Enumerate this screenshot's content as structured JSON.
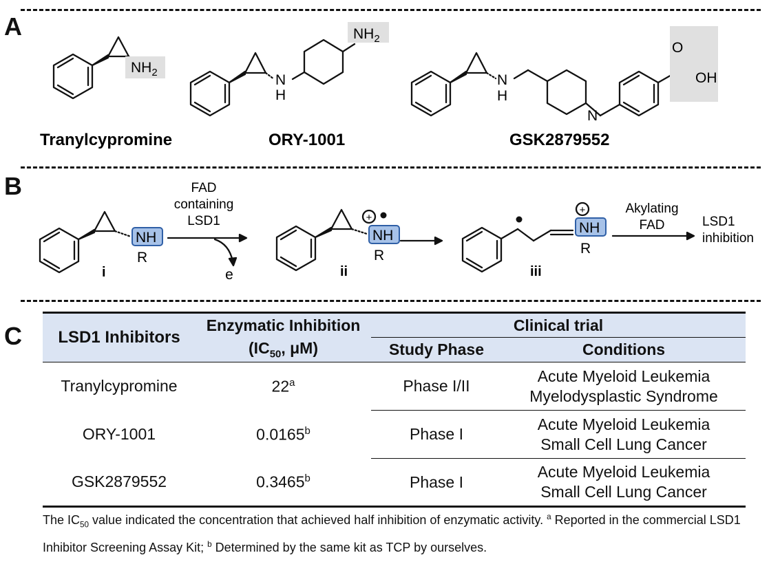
{
  "panels": {
    "a": "A",
    "b": "B",
    "c": "C"
  },
  "structures": {
    "compound_names": [
      "Tranylcypromine",
      "ORY-1001",
      "GSK2879552"
    ],
    "atoms": {
      "nh2": "NH",
      "nh2_sub": "2",
      "n_h": "H",
      "n": "N",
      "o": "O",
      "oh": "OH",
      "nh": "NH",
      "r": "R"
    }
  },
  "mechanism": {
    "step1_label": [
      "FAD",
      "containing",
      "LSD1"
    ],
    "e": "e",
    "step3_label": [
      "Akylating",
      "FAD"
    ],
    "result": [
      "LSD1",
      "inhibition"
    ],
    "intermediates": [
      "i",
      "ii",
      "iii"
    ],
    "plus": "+"
  },
  "table": {
    "headers": {
      "inhibitors": "LSD1 Inhibitors",
      "enzymatic_line1": "Enzymatic Inhibition",
      "enzymatic_line2_pre": "(IC",
      "enzymatic_line2_sub": "50",
      "enzymatic_line2_post": ", μM)",
      "clinical": "Clinical trial",
      "phase": "Study Phase",
      "conditions": "Conditions"
    },
    "rows": [
      {
        "name": "Tranylcypromine",
        "value": "22",
        "sup": "a",
        "phase": "Phase I/II",
        "conditions": [
          "Acute Myeloid Leukemia",
          "Myelodysplastic Syndrome"
        ]
      },
      {
        "name": "ORY-1001",
        "value": "0.0165",
        "sup": "b",
        "phase": "Phase I",
        "conditions": [
          "Acute Myeloid Leukemia",
          "Small Cell Lung Cancer"
        ]
      },
      {
        "name": "GSK2879552",
        "value": "0.3465",
        "sup": "b",
        "phase": "Phase I",
        "conditions": [
          "Acute Myeloid Leukemia",
          "Small Cell Lung Cancer"
        ]
      }
    ]
  },
  "footnote": {
    "part1": "The IC",
    "part1_sub": "50",
    "part2": " value indicated the concentration that achieved half inhibition of enzymatic activity. ",
    "sup_a": "a",
    "part3": " Reported in the commercial LSD1 Inhibitor Screening Assay Kit; ",
    "sup_b": "b",
    "part4": " Determined by the same kit as TCP by ourselves."
  }
}
